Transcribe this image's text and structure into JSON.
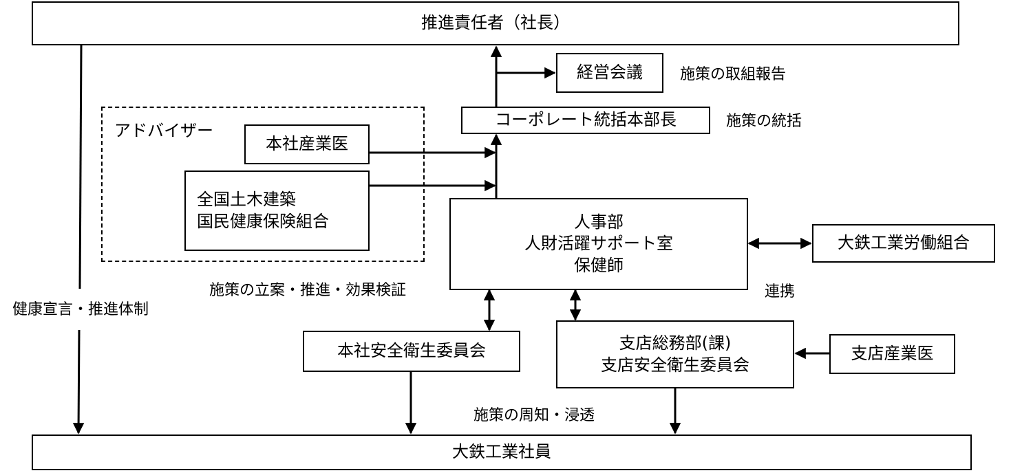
{
  "boxes": {
    "top_leader": "推進責任者（社長）",
    "management_meeting": "経営会議",
    "corporate_head": "コーポレート統括本部長",
    "hq_physician": "本社産業医",
    "health_union": [
      "全国土木建築",
      "国民健康保険組合"
    ],
    "hr": [
      "人事部",
      "人財活躍サポート室",
      "保健師"
    ],
    "labor_union": "大鉄工業労働組合",
    "hq_safety": "本社安全衛生委員会",
    "branch": [
      "支店総務部(課)",
      "支店安全衛生委員会"
    ],
    "branch_physician": "支店産業医",
    "employees": "大鉄工業社員"
  },
  "labels": {
    "report": "施策の取組報告",
    "oversight": "施策の統括",
    "adviser": "アドバイザー",
    "planning": "施策の立案・推進・効果検証",
    "cooperation": "連携",
    "declaration": "健康宣言・推進体制",
    "dissemination": "施策の周知・浸透"
  }
}
